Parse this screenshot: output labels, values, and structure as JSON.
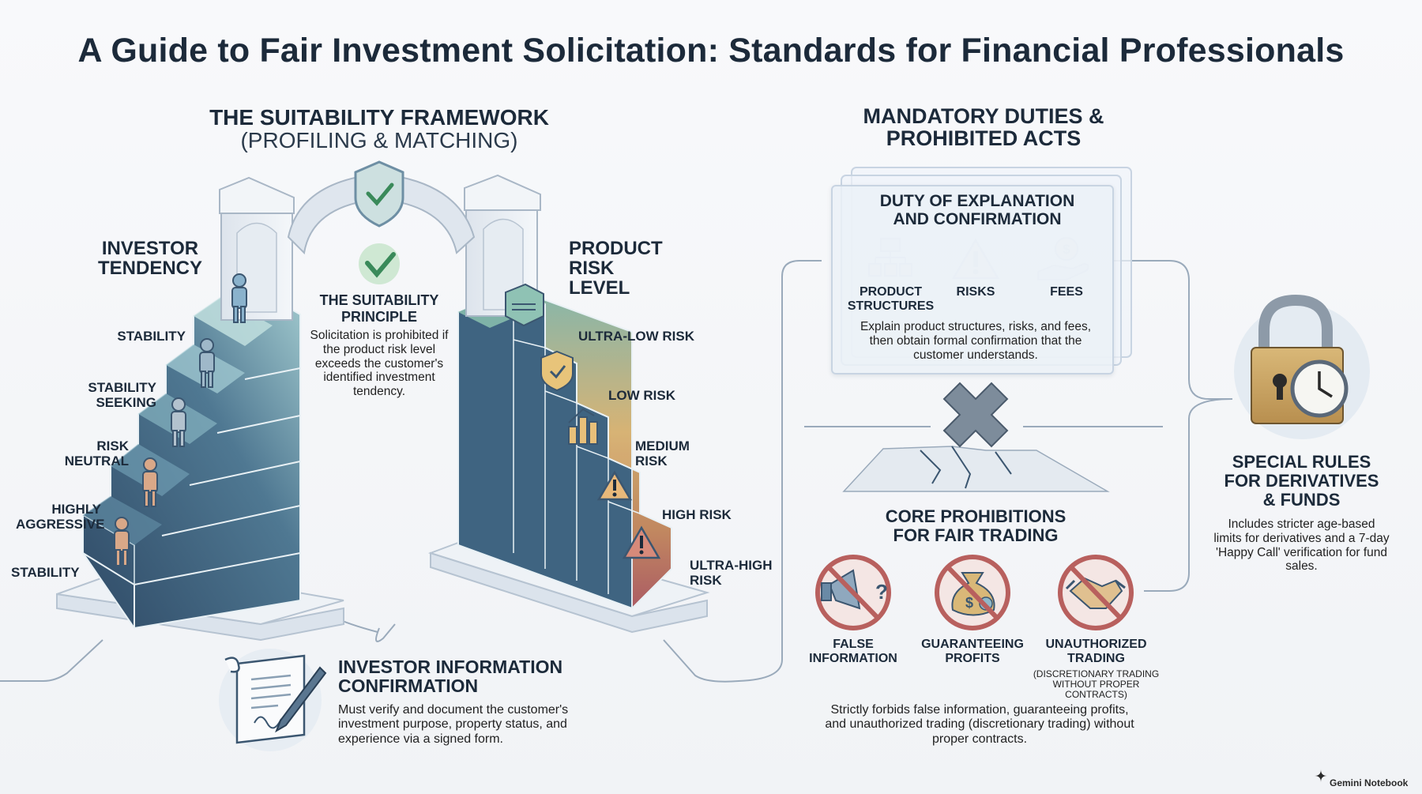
{
  "title": "A Guide to Fair Investment Solicitation: Standards for Financial Professionals",
  "suitability": {
    "heading": "THE SUITABILITY FRAMEWORK",
    "subheading": "(PROFILING & MATCHING)",
    "investor_tendency_title": "INVESTOR TENDENCY",
    "investor_levels": [
      "STABILITY",
      "STABILITY SEEKING",
      "RISK NEUTRAL",
      "HIGHLY AGGRESSIVE",
      "STABILITY"
    ],
    "principle_title": "THE SUITABILITY PRINCIPLE",
    "principle_text": "Solicitation is prohibited if the product risk level exceeds the customer's identified investment tendency.",
    "product_risk_title": "PRODUCT RISK LEVEL",
    "risk_levels": [
      "ULTRA-LOW RISK",
      "LOW RISK",
      "MEDIUM RISK",
      "HIGH RISK",
      "ULTRA-HIGH RISK"
    ]
  },
  "investor_info": {
    "title": "INVESTOR INFORMATION CONFIRMATION",
    "text": "Must verify and document the customer's investment purpose, property status, and experience via a signed form."
  },
  "duties": {
    "heading": "MANDATORY DUTIES & PROHIBITED ACTS",
    "duty_title": "DUTY OF EXPLANATION AND CONFIRMATION",
    "duty_items": [
      "PRODUCT STRUCTURES",
      "RISKS",
      "FEES"
    ],
    "duty_text": "Explain product structures, risks, and fees, then obtain formal confirmation that the customer understands."
  },
  "prohibitions": {
    "title": "CORE PROHIBITIONS FOR FAIR TRADING",
    "items": [
      "FALSE INFORMATION",
      "GUARANTEEING PROFITS",
      "UNAUTHORIZED TRADING"
    ],
    "unauthorized_note": "(DISCRETIONARY TRADING WITHOUT PROPER CONTRACTS)",
    "text": "Strictly forbids false information, guaranteeing profits, and unauthorized trading (discretionary trading) without proper contracts."
  },
  "special": {
    "title": "SPECIAL RULES FOR DERIVATIVES & FUNDS",
    "text": "Includes stricter age-based limits for derivatives and a 7-day 'Happy Call' verification for fund sales."
  },
  "watermark": "Gemini Notebook",
  "colors": {
    "step_dark": "#33506b",
    "step_light": "#b6d6d9",
    "risk_low": "#5e9a92",
    "risk_medium": "#d6a86a",
    "risk_high": "#b9646a",
    "prohibit_red": "#b8605e",
    "lock_gold": "#c9a467"
  }
}
